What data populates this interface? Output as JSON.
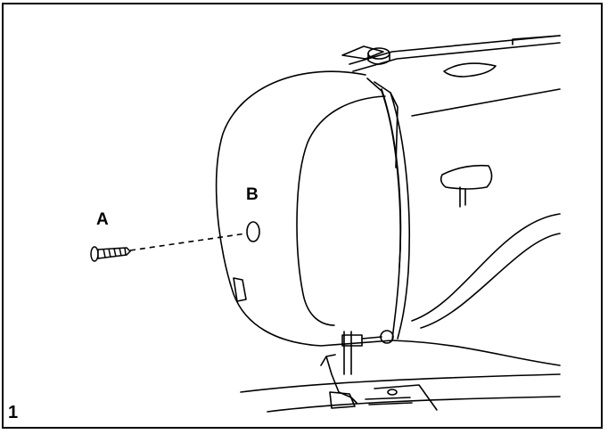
{
  "labels": {
    "part_a": "A",
    "part_b": "B",
    "figure_number": "1"
  },
  "colors": {
    "line": "#000000",
    "background": "#ffffff"
  }
}
